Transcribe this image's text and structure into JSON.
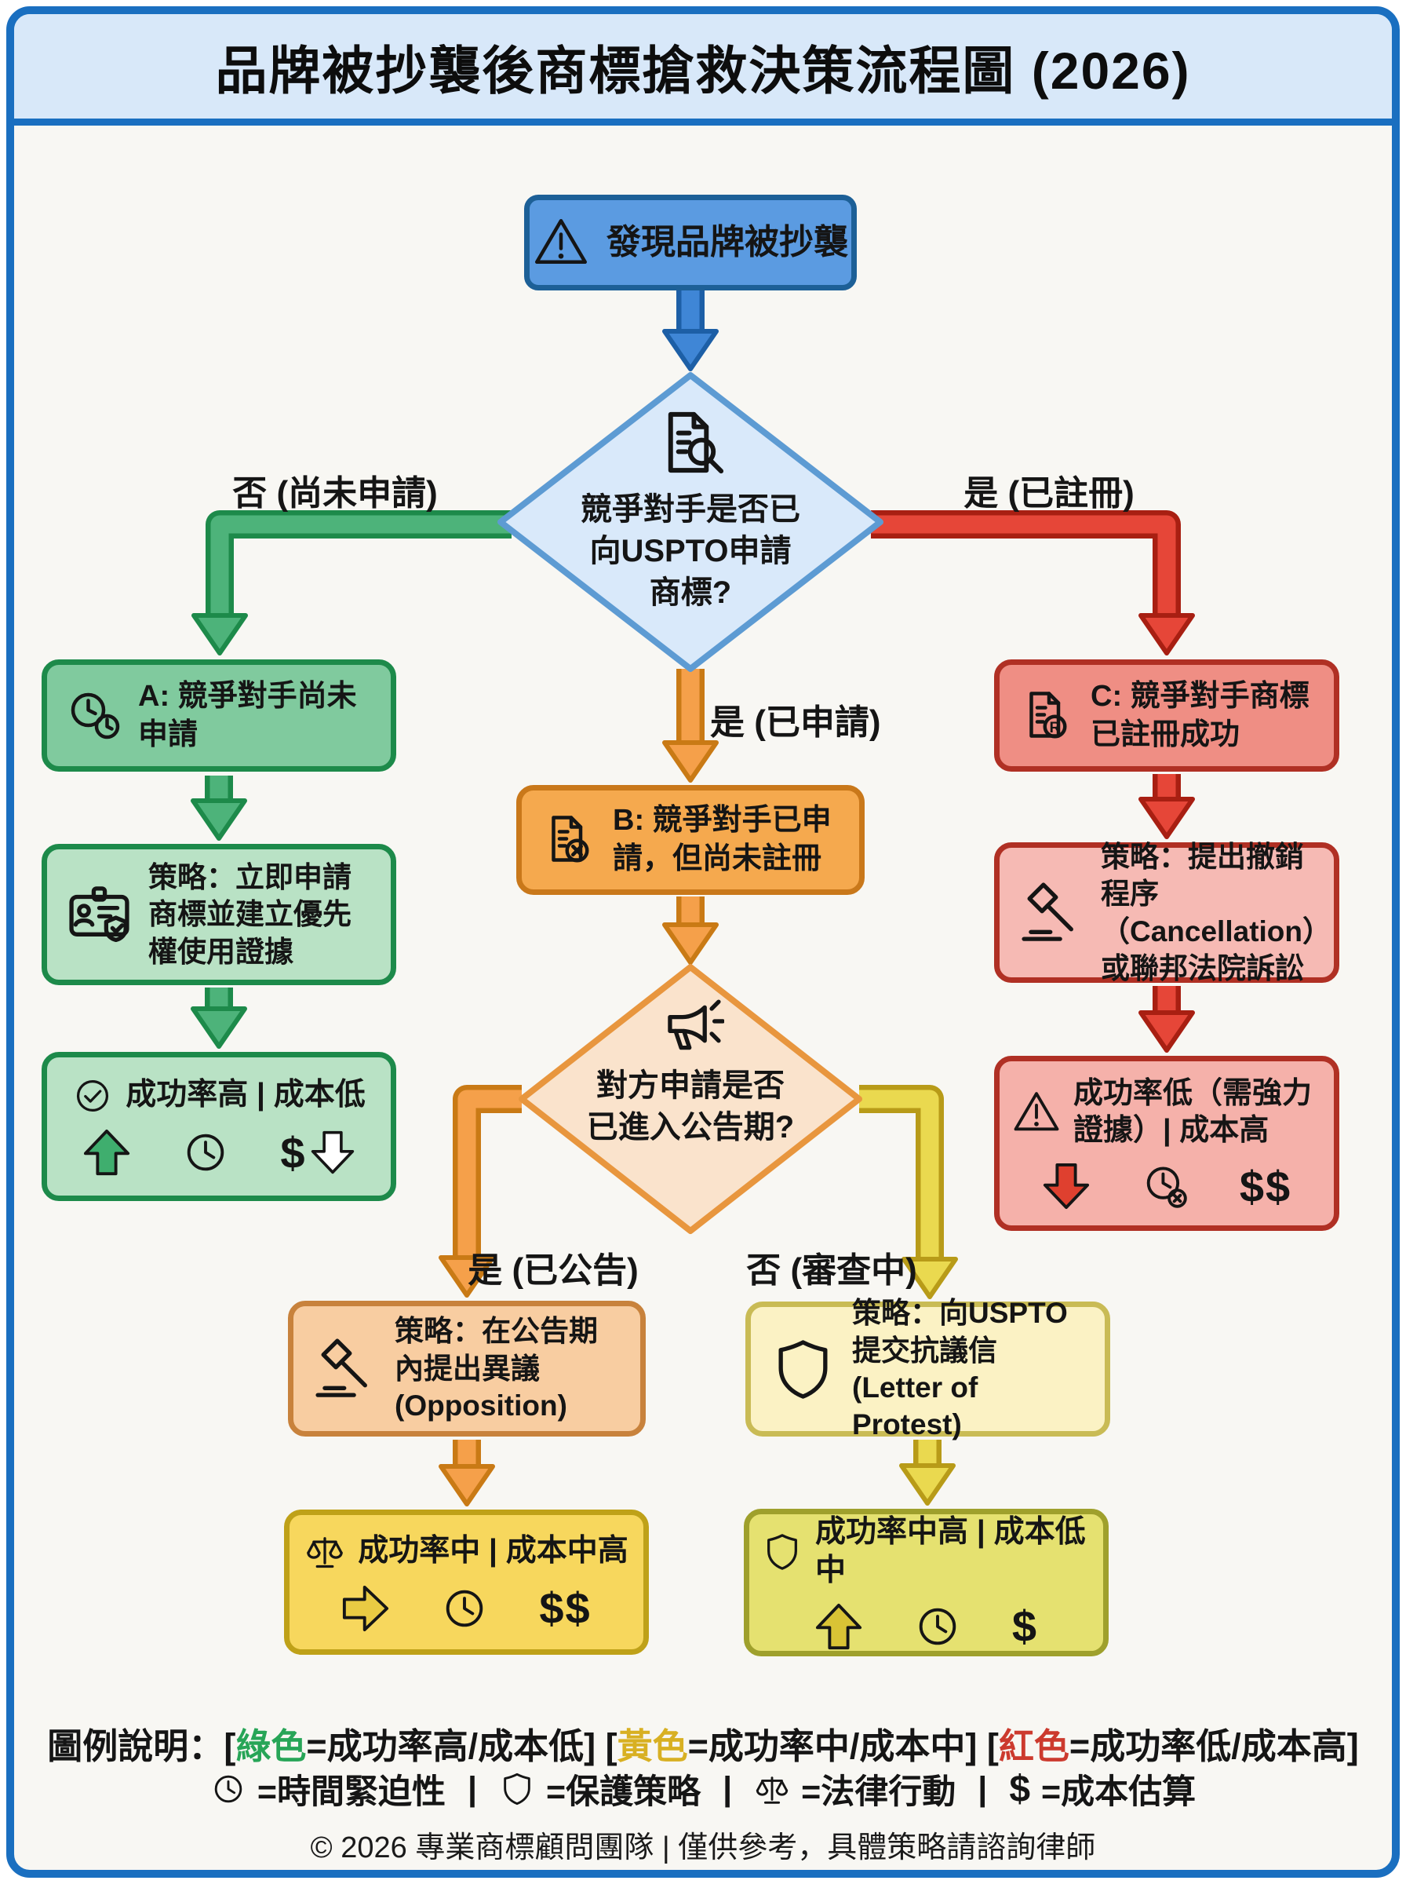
{
  "title": "品牌被抄襲後商標搶救決策流程圖 (2026)",
  "start": {
    "label": "發現品牌被抄襲",
    "icon": "warning-triangle-icon"
  },
  "decision1": {
    "text": "競爭對手是否已\n向USPTO申請\n商標?",
    "icon": "document-search-icon"
  },
  "labels": {
    "no_not_applied": "否 (尚未申請)",
    "yes_registered": "是 (已註冊)",
    "yes_applied": "是 (已申請)",
    "yes_published": "是 (已公告)",
    "no_examining": "否 (審查中)"
  },
  "branch_a": {
    "node": "A: 競爭對手尚未申請",
    "node_icon": "alarm-clocks-icon",
    "strategy": "策略：立即申請商標並建立優先權使用證據",
    "strategy_icon": "id-card-check-icon",
    "result": "成功率高 | 成本低",
    "result_icon": "check-circle-icon",
    "result_row_icons": [
      "up-arrow-icon",
      "clock-icon",
      "dollar-down-arrow-icon"
    ],
    "cost_symbol": "$"
  },
  "branch_b": {
    "node": "B: 競爭對手已申請，但尚未註冊",
    "node_icon": "document-x-icon",
    "decision2": {
      "text": "對方申請是否\n已進入公告期?",
      "icon": "megaphone-icon"
    },
    "published": {
      "strategy": "策略：在公告期內提出異議 (Opposition)",
      "strategy_icon": "gavel-icon",
      "result": "成功率中 | 成本中高",
      "result_icon": "scales-icon",
      "result_row_icons": [
        "right-arrow-icon",
        "clock-icon"
      ],
      "cost_symbol": "$$"
    },
    "examining": {
      "strategy": "策略：向USPTO提交抗議信 (Letter of Protest)",
      "strategy_icon": "shield-icon",
      "result": "成功率中高 | 成本低中",
      "result_icon": "shield-icon",
      "result_row_icons": [
        "up-arrow-icon",
        "clock-icon"
      ],
      "cost_symbol": "$"
    }
  },
  "branch_c": {
    "node": "C: 競爭對手商標已註冊成功",
    "node_icon": "document-registered-icon",
    "strategy": "策略：提出撤銷程序（Cancellation）或聯邦法院訴訟",
    "strategy_icon": "gavel-icon",
    "result": "成功率低（需強力證據）| 成本高",
    "result_icon": "warning-triangle-icon",
    "result_row_icons": [
      "down-arrow-icon",
      "clock-x-icon"
    ],
    "cost_symbol": "$$"
  },
  "legend": {
    "intro": "圖例說明：",
    "green": {
      "pre": "[",
      "term": "綠色",
      "post": "=成功率高/成本低] "
    },
    "yellow": {
      "pre": "[",
      "term": "黃色",
      "post": "=成功率中/成本中] "
    },
    "red": {
      "pre": "[",
      "term": "紅色",
      "post": "=成功率低/成本高]"
    },
    "clock": "=時間緊迫性",
    "shield": "=保護策略",
    "scales": "=法律行動",
    "dollar_sign": "$",
    "dollar": "=成本估算",
    "sep": "|"
  },
  "footer": "© 2026 專業商標顧問團隊 | 僅供參考，具體策略請諮詢律師",
  "colors": {
    "frame_blue": "#1a6fc0",
    "title_band": "#d8e8f9",
    "canvas": "#f8f7f3",
    "start_blue": "#5b9be1",
    "green_node": "#80ca9e",
    "green_light": "#b9e2c5",
    "orange_node": "#f5a94e",
    "peach_node": "#f8cda1",
    "yellow_node": "#f7d75d",
    "pale_yellow_node": "#fbf2c4",
    "yellow_green_node": "#e5e170",
    "red_node": "#ef8e84",
    "red_light": "#f5b1aa",
    "arrow_green": "#4db37a",
    "arrow_orange": "#f5a04a",
    "arrow_red": "#e64638",
    "arrow_yellow": "#ead94f",
    "arrow_blue": "#3f86d6",
    "legend_green": "#27a557",
    "legend_yellow": "#d8b022",
    "legend_red": "#cc3a2e"
  }
}
